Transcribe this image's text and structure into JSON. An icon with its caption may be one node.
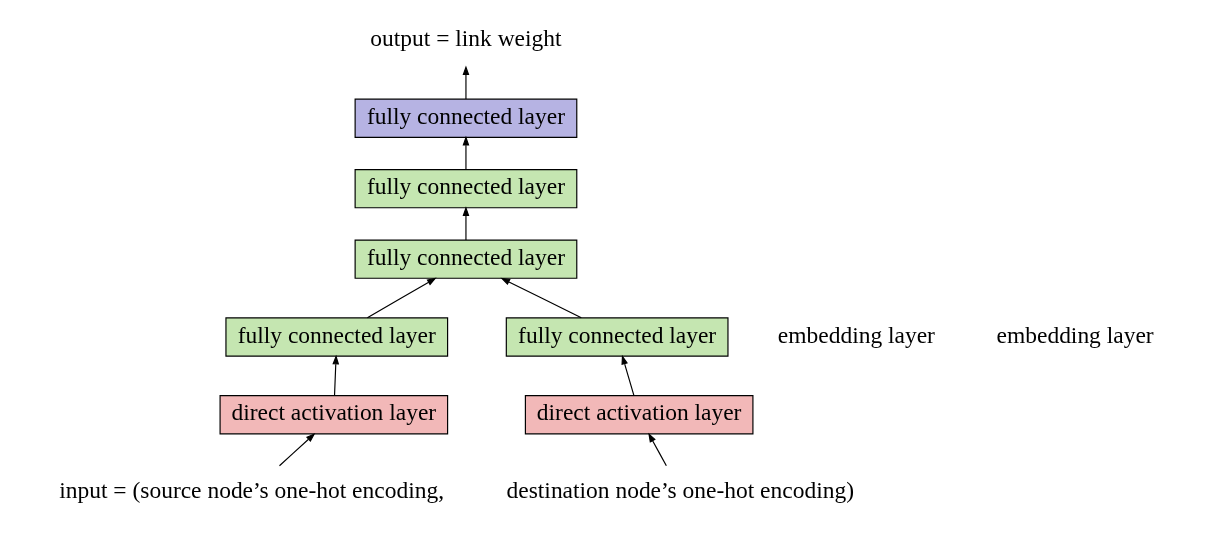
{
  "diagram": {
    "nodes": [
      {
        "text": [
          "output = link weight"
        ]
      },
      {
        "text": [
          "fully connected layer"
        ]
      },
      {
        "text": [
          "fully connected layer"
        ]
      },
      {
        "text": [
          "fully connected layer"
        ]
      },
      {
        "text": [
          "fully connected layer"
        ]
      },
      {
        "text": [
          "fully connected layer"
        ]
      },
      {
        "text": [
          "direct activation layer"
        ]
      },
      {
        "text": [
          "direct activation layer"
        ]
      },
      {
        "text": [
          "input = (source node’s one-hot encoding,"
        ]
      },
      {
        "text": [
          "destination node’s one-hot encoding)"
        ]
      }
    ],
    "edges": [
      {
        "from": 1,
        "to": 0,
        "arrow": "to"
      },
      {
        "from": 2,
        "to": 1,
        "arrow": "to"
      },
      {
        "from": 3,
        "to": 2,
        "arrow": "to"
      },
      {
        "from": 4,
        "to": 3,
        "arrow": "to"
      },
      {
        "from": 5,
        "to": 3,
        "arrow": "to"
      },
      {
        "from": 6,
        "to": 4,
        "arrow": "to"
      },
      {
        "from": 7,
        "to": 5,
        "arrow": "to"
      },
      {
        "from": 8,
        "to": 6,
        "arrow": "to"
      },
      {
        "from": 9,
        "to": 7,
        "arrow": "to"
      }
    ],
    "labels": [
      "embedding layer",
      "embedding layer"
    ]
  }
}
